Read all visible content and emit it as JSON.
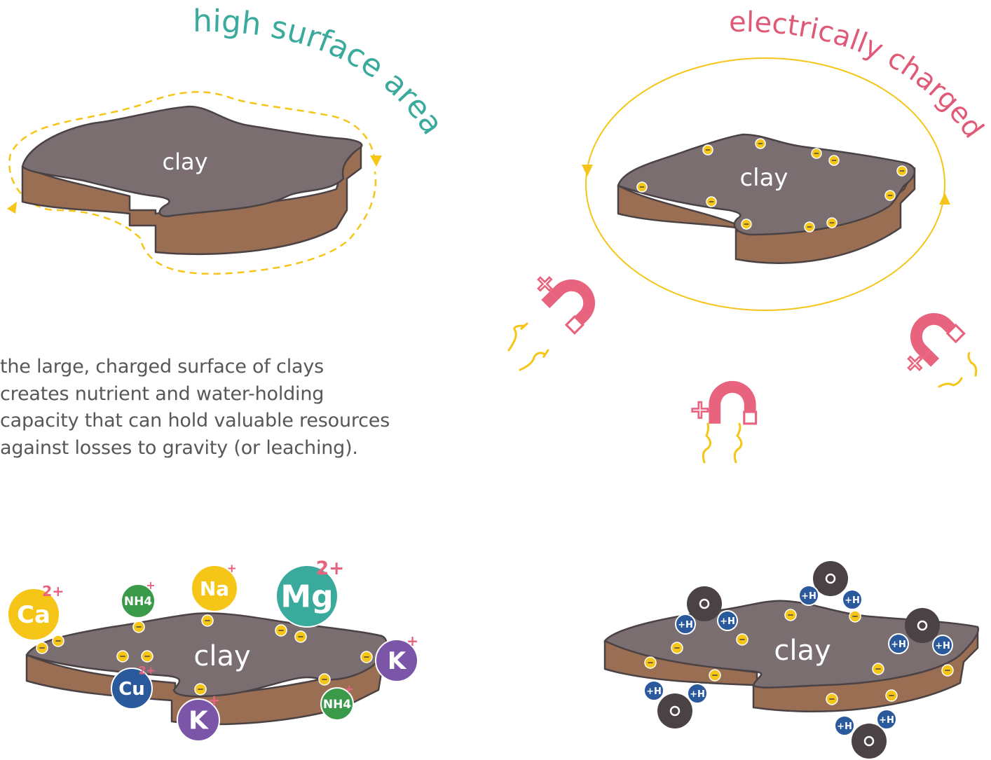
{
  "panel_high_surface_area": {
    "title": "high surface area",
    "clay_label": "clay"
  },
  "panel_electrically_charged": {
    "title": "electrically charged",
    "clay_label": "clay",
    "magnet_sign": "+"
  },
  "description": {
    "lines": [
      "the large, charged surface of clays",
      "creates nutrient and water-holding",
      "capacity that can hold valuable resources",
      "against losses to gravity (or leaching)."
    ]
  },
  "panel_nutrient_cations": {
    "clay_label": "clay",
    "cations": [
      {
        "symbol": "Ca",
        "charge": "2+",
        "color": "#f5c518"
      },
      {
        "symbol": "NH4",
        "charge": "+",
        "color": "#3a9a4a"
      },
      {
        "symbol": "Na",
        "charge": "+",
        "color": "#f5c518"
      },
      {
        "symbol": "Mg",
        "charge": "2+",
        "color": "#3aaa9c"
      },
      {
        "symbol": "K",
        "charge": "+",
        "color": "#7a55a8"
      },
      {
        "symbol": "Cu",
        "charge": "2+",
        "color": "#2a5a9c"
      },
      {
        "symbol": "K",
        "charge": "+",
        "color": "#7a55a8"
      },
      {
        "symbol": "NH4",
        "charge": "+",
        "color": "#3a9a4a"
      }
    ]
  },
  "panel_water_molecules": {
    "clay_label": "clay",
    "hydrogen_label": "H",
    "hydrogen_charge": "+"
  },
  "colors": {
    "clay_top": "#7a6e70",
    "clay_side": "#9a6e52",
    "outline": "#4a4244",
    "accent_yellow": "#f5c518",
    "teal_text": "#3aaa9c",
    "pink_text": "#e05a78",
    "magnet_pink": "#e8637e",
    "text_gray": "#58565a",
    "water_dark": "#4a4244",
    "hydrogen_blue": "#2a5a9c"
  }
}
